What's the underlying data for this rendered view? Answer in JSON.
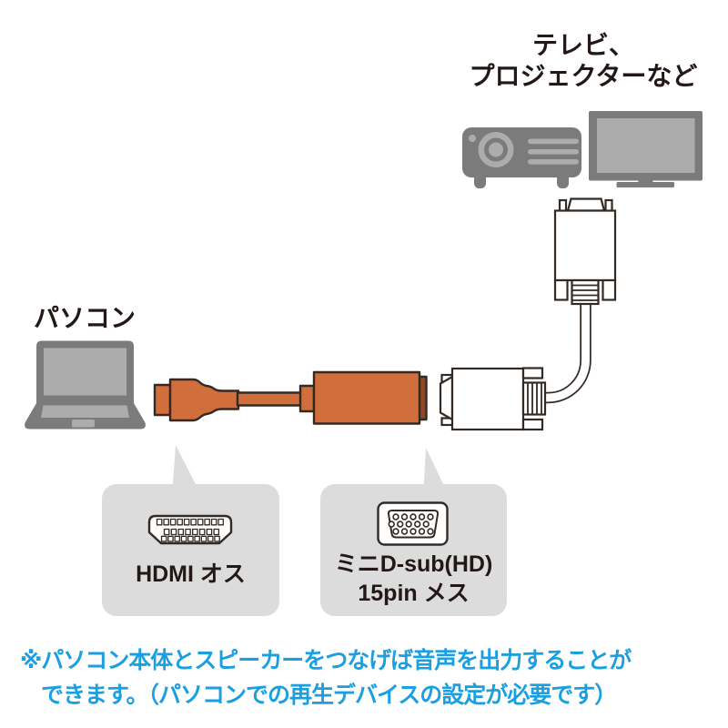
{
  "labels": {
    "tv": {
      "line1": "テレビ、",
      "line2": "プロジェクターなど"
    },
    "pc": "パソコン",
    "hdmi_callout": "HDMI オス",
    "vga_callout": {
      "line1": "ミニD-sub(HD)",
      "line2": "15pin メス"
    }
  },
  "note": {
    "line1": "※パソコン本体とスピーカーをつなげば音声を出力することが",
    "line2": "できます。（パソコンでの再生デバイスの設定が必要です）"
  },
  "icons": {
    "projector": "projector-icon",
    "tv": "tv-icon",
    "laptop": "laptop-icon",
    "adapter": "hdmi-to-vga-adapter",
    "vga_male_upper": "vga-male-connector-upper",
    "vga_male": "vga-male-connector",
    "cable": "vga-cable",
    "hdmi_face": "hdmi-connector-face-icon",
    "vga_female_face": "mini-dsub-15pin-female-icon"
  },
  "colors": {
    "orange": "#d06e3c",
    "orange_dark": "#8a4a28",
    "device_gray": "#7b7b7b",
    "device_gray_light": "#acacac",
    "bubble_gray": "#dcdcdc",
    "outline_ink": "#332a24",
    "label_ink": "#231815",
    "note_blue": "#1b9fe1",
    "connector_white": "#ffffff"
  }
}
